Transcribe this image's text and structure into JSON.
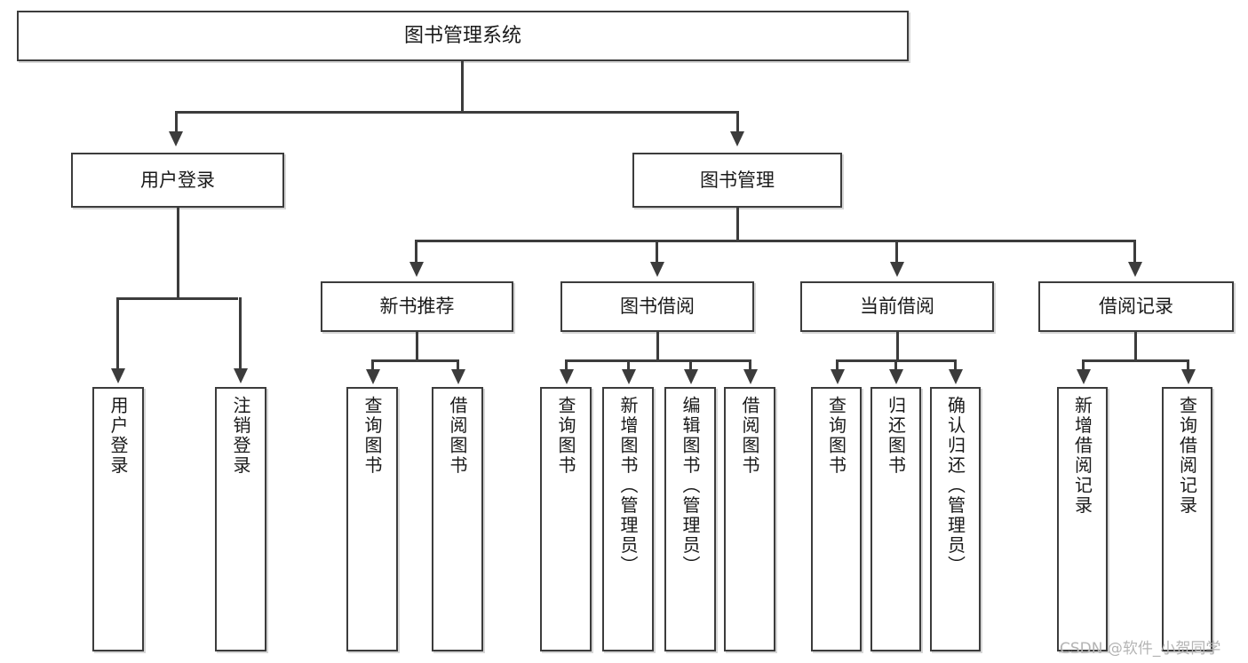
{
  "diagram": {
    "title": "图书管理系统",
    "type": "tree-hierarchy-diagram",
    "colors": {
      "line": "#3c3c3c",
      "box_fill": "#ffffff",
      "text": "#1a1a1a",
      "background": "#ffffff",
      "watermark": "#b4b4b4"
    },
    "root": {
      "label": "图书管理系统"
    },
    "level2": {
      "user_login": {
        "label": "用户登录"
      },
      "book_manage": {
        "label": "图书管理"
      }
    },
    "level3": {
      "new_book_recommend": {
        "label": "新书推荐"
      },
      "book_borrow": {
        "label": "图书借阅"
      },
      "current_borrow": {
        "label": "当前借阅"
      },
      "borrow_record": {
        "label": "借阅记录"
      }
    },
    "leaves": {
      "user_login": [
        {
          "label": "用户登录"
        },
        {
          "label": "注销登录"
        }
      ],
      "new_book_recommend": [
        {
          "label": "查询图书"
        },
        {
          "label": "借阅图书"
        }
      ],
      "book_borrow": [
        {
          "label": "查询图书"
        },
        {
          "label": "新增图书（管理员）"
        },
        {
          "label": "编辑图书（管理员）"
        },
        {
          "label": "借阅图书"
        }
      ],
      "current_borrow": [
        {
          "label": "查询图书"
        },
        {
          "label": "归还图书"
        },
        {
          "label": "确认归还（管理员）"
        }
      ],
      "borrow_record": [
        {
          "label": "新增借阅记录"
        },
        {
          "label": "查询借阅记录"
        }
      ]
    }
  },
  "watermark": {
    "text": "CSDN @软件_小贺同学"
  }
}
